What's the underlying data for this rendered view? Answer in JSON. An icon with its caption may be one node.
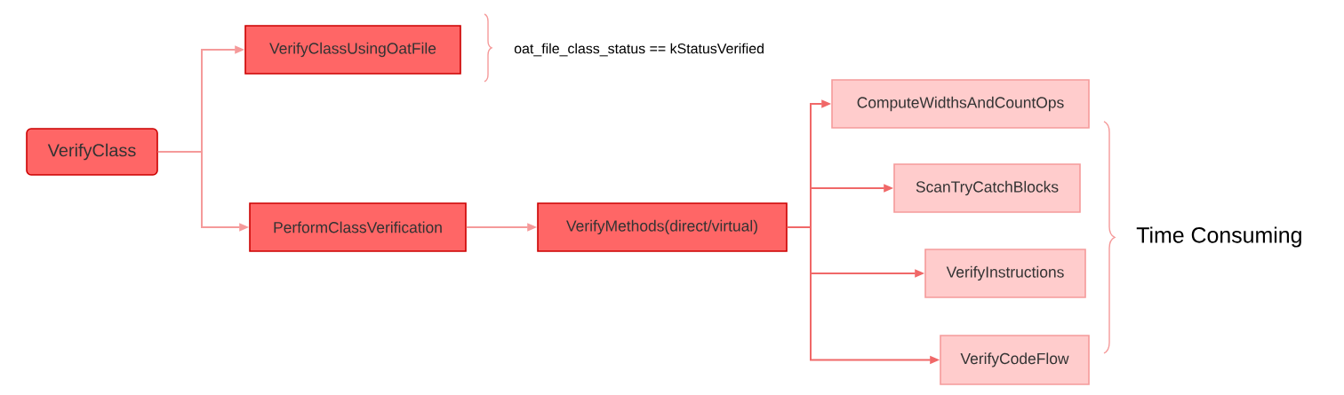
{
  "diagram": {
    "nodes": [
      {
        "text": [
          "VerifyClass"
        ]
      },
      {
        "text": [
          "VerifyClassUsingOatFile"
        ],
        "beside": [
          "oat_file_class_status == kStatusVerified"
        ]
      },
      {
        "text": [
          "PerformClassVerification"
        ]
      },
      {
        "text": [
          "VerifyMethods(direct/virtual)"
        ]
      },
      {
        "text": [
          "ComputeWidthsAndCountOps"
        ]
      },
      {
        "text": [
          "ScanTryCatchBlocks"
        ]
      },
      {
        "text": [
          "VerifyInstructions"
        ]
      },
      {
        "text": [
          "VerifyCodeFlow"
        ]
      }
    ],
    "edges": [
      {
        "from": 0,
        "to": 1,
        "arrow": "to",
        "color": "#f59a9a"
      },
      {
        "from": 0,
        "to": 2,
        "arrow": "to",
        "color": "#f59a9a"
      },
      {
        "from": 2,
        "to": 3,
        "arrow": "to",
        "color": "#f59a9a"
      },
      {
        "from": 3,
        "to": 4,
        "arrow": "to"
      },
      {
        "from": 3,
        "to": 5,
        "arrow": "to"
      },
      {
        "from": 3,
        "to": 6,
        "arrow": "to"
      },
      {
        "from": 3,
        "to": 7,
        "arrow": "to"
      }
    ],
    "labels": [
      "Time Consuming"
    ]
  }
}
